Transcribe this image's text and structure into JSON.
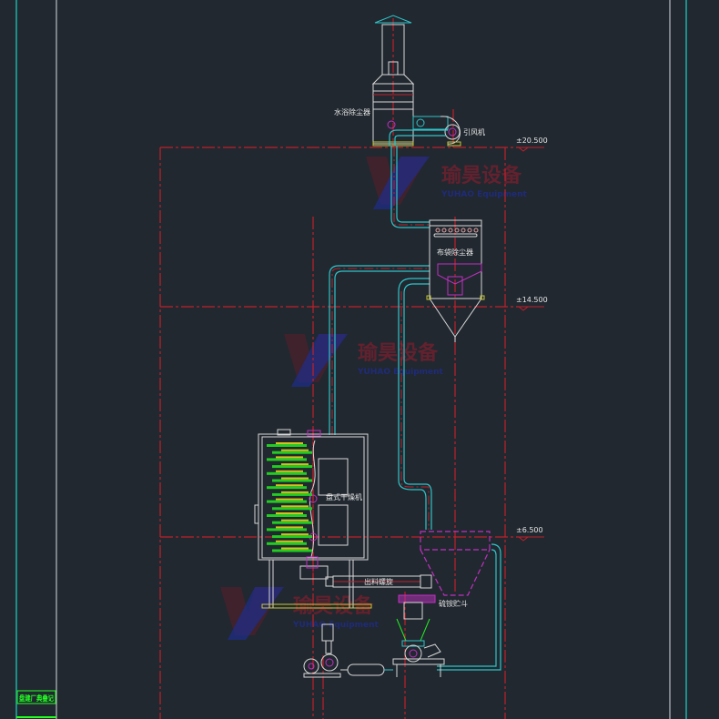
{
  "drawing": {
    "labels": {
      "water_scrubber": "水浴除尘器",
      "induced_fan": "引风机",
      "bag_filter": "布袋除尘器",
      "disc_dryer": "盘式干燥机",
      "discharge_screw": "出料螺旋",
      "hopper": "硫铵贮斗"
    },
    "levels": [
      {
        "name": "level-20500",
        "text": "±20.500"
      },
      {
        "name": "level-14500",
        "text": "±14.500"
      },
      {
        "name": "level-6500",
        "text": "±6.500"
      }
    ],
    "watermark": {
      "cn": "瑜昊设备",
      "en": "YUHAO Equipment"
    },
    "title_stamp": "盘建厂典叠记"
  },
  "colors": {
    "background": "#212830",
    "centerline": "#c0202a",
    "pipe": "#2ec4c8",
    "equipment": "#d8d8d8",
    "magenta": "#c030c0",
    "yellow": "#c8c832",
    "green": "#22ee22",
    "border_teal": "#1d8f8a",
    "border_white": "#b8bec4"
  }
}
